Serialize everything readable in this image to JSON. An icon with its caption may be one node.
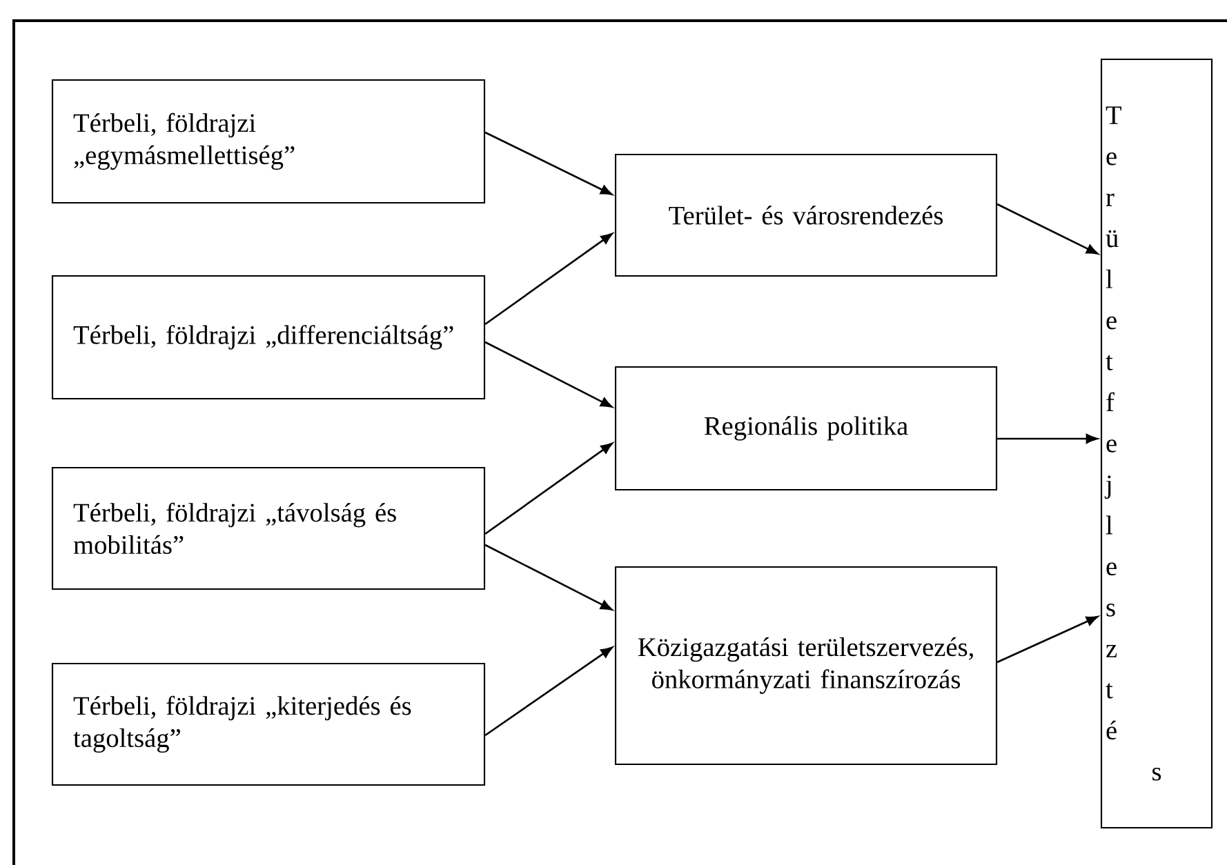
{
  "diagram": {
    "nodes": [
      {
        "text": [
          "Térbeli, földrajzi „egymásmellettiség”"
        ]
      },
      {
        "text": [
          "Térbeli, földrajzi „differenciáltság”"
        ]
      },
      {
        "text": [
          "Térbeli, földrajzi „távolság és mobilitás”"
        ]
      },
      {
        "text": [
          "Térbeli, földrajzi „kiterjedés és tagoltság”"
        ]
      },
      {
        "text": [
          "Terület- és városrendezés"
        ]
      },
      {
        "text": [
          "Regionális politika"
        ]
      },
      {
        "text": [
          "Közigazgatási területszervezés, önkormányzati finanszírozás"
        ]
      },
      {
        "text": [
          "Területfejlesztés"
        ]
      }
    ],
    "edges": [
      {
        "from": 0,
        "to": 4,
        "arrow": "to"
      },
      {
        "from": 1,
        "to": 4,
        "arrow": "to"
      },
      {
        "from": 1,
        "to": 5,
        "arrow": "to"
      },
      {
        "from": 2,
        "to": 5,
        "arrow": "to"
      },
      {
        "from": 2,
        "to": 6,
        "arrow": "to"
      },
      {
        "from": 3,
        "to": 6,
        "arrow": "to"
      },
      {
        "from": 4,
        "to": 7,
        "arrow": "to"
      },
      {
        "from": 5,
        "to": 7,
        "arrow": "to"
      },
      {
        "from": 6,
        "to": 7,
        "arrow": "to"
      }
    ]
  }
}
